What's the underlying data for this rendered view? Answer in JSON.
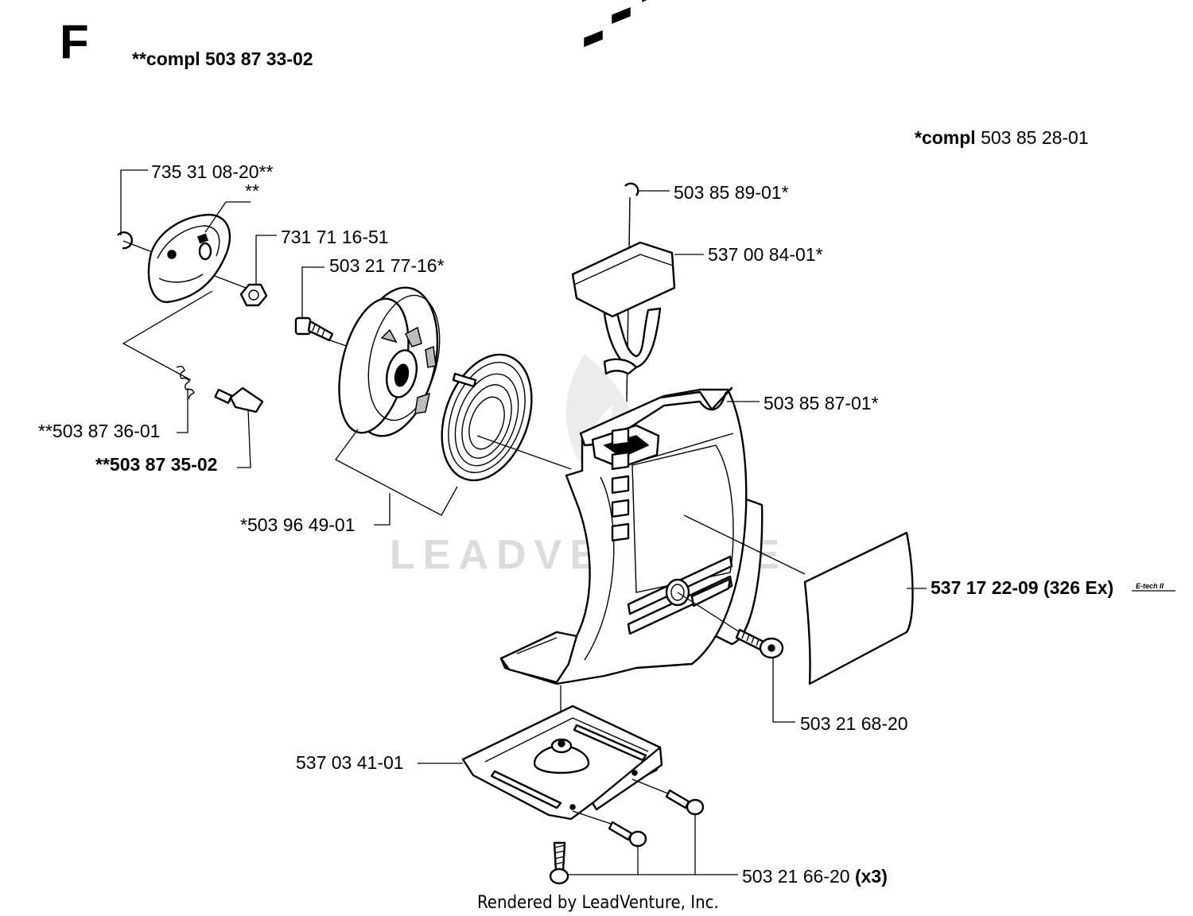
{
  "section_letter": "F",
  "assembly_label": "**compl 503 87 33-02",
  "starter_assembly": {
    "prefix": "*compl",
    "number": "503 85 28-01"
  },
  "parts": {
    "circlip": "735 31 08-20**",
    "pawl_plate": "**",
    "nut": "731 71 16-51",
    "pulley_screw": "503 21 77-16*",
    "spring_small": "**503 87 36-01",
    "pawl": "**503 87 35-02",
    "pulley_spring": "*503 96 49-01",
    "rope": "503 85 89-01*",
    "handle": "537 00 84-01*",
    "housing": "503 85 87-01*",
    "decal_number": "537 17 22-09",
    "decal_model": "(326 Ex)",
    "decal_logo": "E-tech II",
    "housing_screw": "503 21 68-20",
    "bracket": "537 03 41-01",
    "bracket_screw_number": "503 21 66-20",
    "bracket_screw_qty": "(x3)"
  },
  "watermark": "LEADVENTURE",
  "footer": "Rendered by LeadVenture, Inc."
}
